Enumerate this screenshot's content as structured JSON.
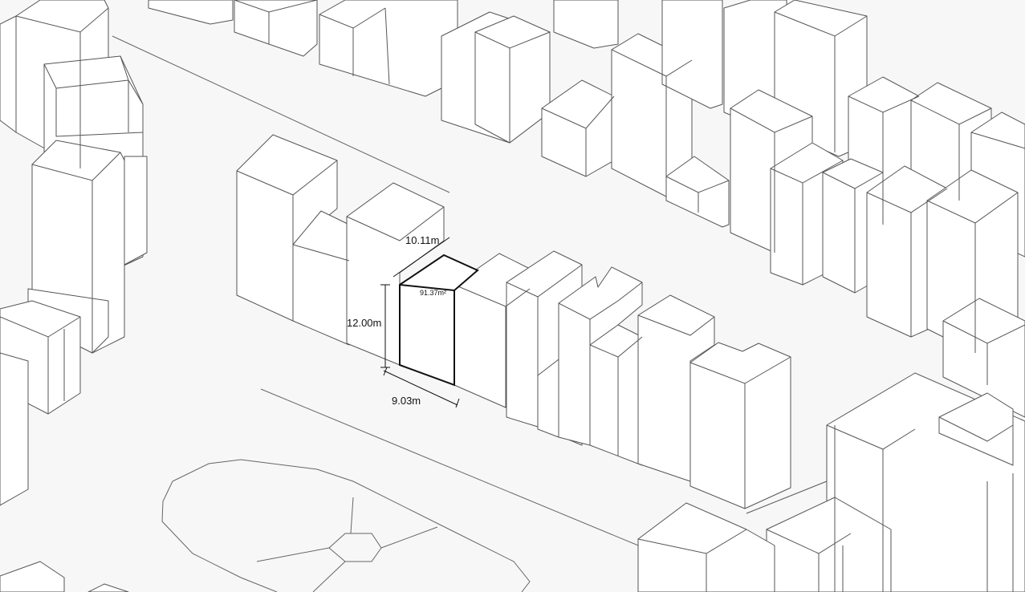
{
  "diagram": {
    "colors": {
      "background": "#f7f7f7",
      "ground": "#f5f5f5",
      "building_face": "#ffffff",
      "edge": "#555555",
      "highlight_edge": "#111111"
    },
    "dimensions": {
      "depth": "10.11m",
      "height": "12.00m",
      "width": "9.03m",
      "area": "91.37m²"
    }
  }
}
